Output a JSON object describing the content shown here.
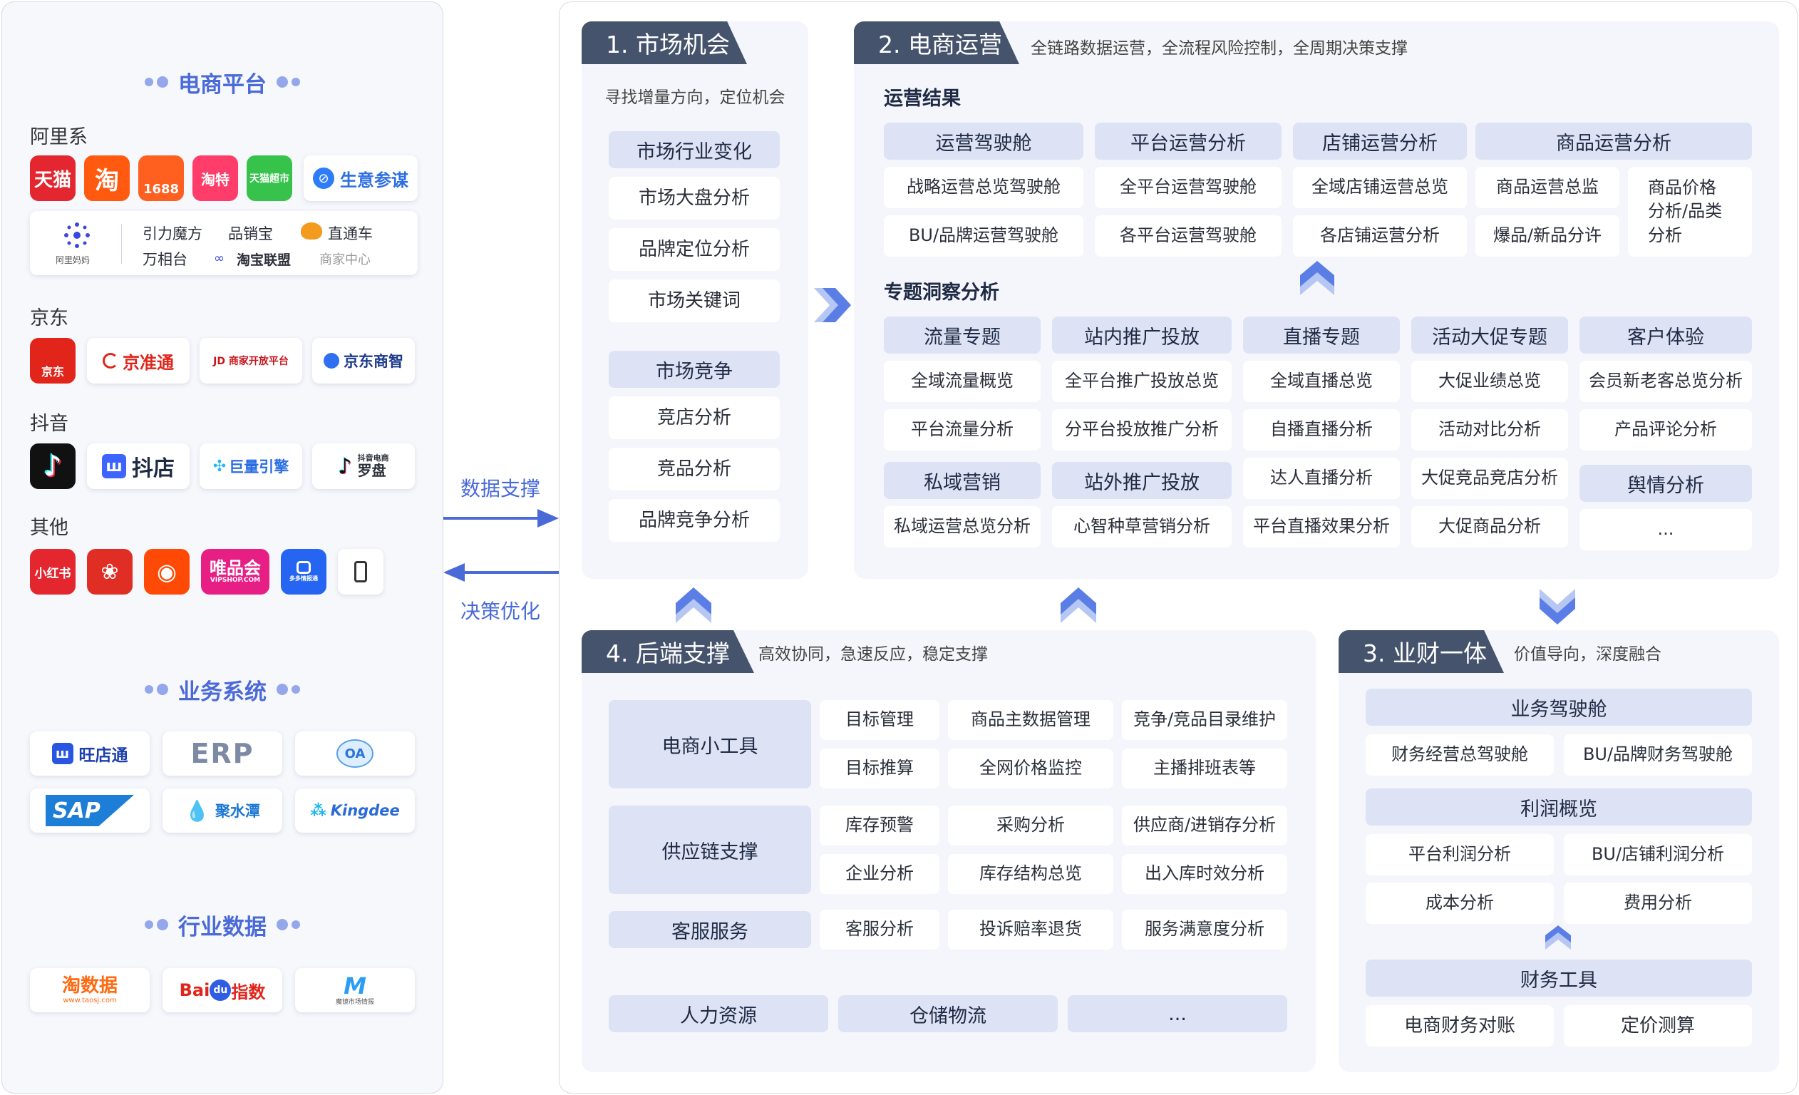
{
  "left": {
    "platforms": {
      "title": "电商平台",
      "groups": {
        "ali": {
          "label": "阿里系",
          "logos": [
            "天猫",
            "淘",
            "1688",
            "淘特",
            "天猫超市"
          ],
          "shengyi": "生意参谋",
          "alimama": "阿里妈妈",
          "tools": [
            "引力魔方",
            "品销宝",
            "直通车",
            "万相台",
            "淘宝联盟",
            "商家中心"
          ]
        },
        "jd": {
          "label": "京东",
          "logos": [
            "京东",
            "京准通",
            "JD 商家开放平台",
            "京东商智"
          ]
        },
        "douyin": {
          "label": "抖音",
          "logos": [
            "抖店",
            "巨量引擎",
            "抖音电商",
            "罗盘"
          ]
        },
        "other": {
          "label": "其他",
          "logos": [
            "小红书",
            "唯品会",
            "VIPSHOP.COM",
            "多多情报通"
          ]
        }
      }
    },
    "systems": {
      "title": "业务系统",
      "logos": [
        "旺店通",
        "ERP",
        "OA",
        "SAP",
        "聚水潭",
        "Kingdee"
      ]
    },
    "industry": {
      "title": "行业数据",
      "logos": [
        "淘数据",
        "www.taosj.com",
        "Bai",
        "du",
        "指数",
        "M",
        "魔镜市场情报"
      ]
    }
  },
  "arrows": {
    "support": "数据支撑",
    "optimize": "决策优化"
  },
  "market": {
    "tab": "1. 市场机会",
    "subtitle": "寻找增量方向，定位机会",
    "groups": [
      {
        "header": "市场行业变化",
        "items": [
          "市场大盘分析",
          "品牌定位分析",
          "市场关键词"
        ]
      },
      {
        "header": "市场竞争",
        "items": [
          "竞店分析",
          "竞品分析",
          "品牌竞争分析"
        ]
      }
    ]
  },
  "ops": {
    "tab": "2. 电商运营",
    "subtitle": "全链路数据运营，全流程风险控制，全周期决策支撑",
    "results": {
      "label": "运营结果",
      "cols": [
        {
          "header": "运营驾驶舱",
          "items": [
            "战略运营总览驾驶舱",
            "BU/品牌运营驾驶舱"
          ]
        },
        {
          "header": "平台运营分析",
          "items": [
            "全平台运营驾驶舱",
            "各平台运营驾驶舱"
          ]
        },
        {
          "header": "店铺运营分析",
          "items": [
            "全域店铺运营总览",
            "各店铺运营分析"
          ]
        },
        {
          "header": "商品运营分析",
          "items": [
            "商品运营总监",
            "爆品/新品分许",
            "商品价格\n分析/品类\n分析"
          ]
        }
      ]
    },
    "insight": {
      "label": "专题洞察分析",
      "cols": [
        {
          "header": "流量专题",
          "items": [
            "全域流量概览",
            "平台流量分析"
          ],
          "header2": "私域营销",
          "items2": [
            "私域运营总览分析"
          ]
        },
        {
          "header": "站内推广投放",
          "items": [
            "全平台推广投放总览",
            "分平台投放推广分析"
          ],
          "header2": "站外推广投放",
          "items2": [
            "心智种草营销分析"
          ]
        },
        {
          "header": "直播专题",
          "items": [
            "全域直播总览",
            "自播直播分析",
            "达人直播分析",
            "平台直播效果分析"
          ]
        },
        {
          "header": "活动大促专题",
          "items": [
            "大促业绩总览",
            "活动对比分析",
            "大促竞品竞店分析",
            "大促商品分析"
          ]
        },
        {
          "header": "客户体验",
          "items": [
            "会员新老客总览分析",
            "产品评论分析"
          ],
          "header2": "舆情分析",
          "items2": [
            "..."
          ]
        }
      ]
    }
  },
  "backend": {
    "tab": "4. 后端支撑",
    "subtitle": "高效协同，急速反应，稳定支撑",
    "rows": [
      {
        "header": "电商小工具",
        "items": [
          "目标管理",
          "商品主数据管理",
          "竞争/竞品目录维护",
          "目标推算",
          "全网价格监控",
          "主播排班表等"
        ]
      },
      {
        "header": "供应链支撑",
        "items": [
          "库存预警",
          "采购分析",
          "供应商/进销存分析",
          "企业分析",
          "库存结构总览",
          "出入库时效分析"
        ]
      },
      {
        "header": "客服服务",
        "items": [
          "客服分析",
          "投诉赔率退货",
          "服务满意度分析"
        ]
      }
    ],
    "bottom": [
      "人力资源",
      "仓储物流",
      "..."
    ]
  },
  "finance": {
    "tab": "3. 业财一体",
    "subtitle": "价值导向，深度融合",
    "groups": [
      {
        "header": "业务驾驶舱",
        "items": [
          "财务经营总驾驶舱",
          "BU/品牌财务驾驶舱"
        ]
      },
      {
        "header": "利润概览",
        "items": [
          "平台利润分析",
          "BU/店铺利润分析",
          "成本分析",
          "费用分析"
        ]
      },
      {
        "header": "财务工具",
        "items": [
          "电商财务对账",
          "定价测算"
        ]
      }
    ]
  },
  "colors": {
    "accent": "#4a6ad8",
    "tab": "#46536c",
    "header": "#dde3f5",
    "panel": "#f4f6fb",
    "arrow": "#5a7ee6"
  }
}
